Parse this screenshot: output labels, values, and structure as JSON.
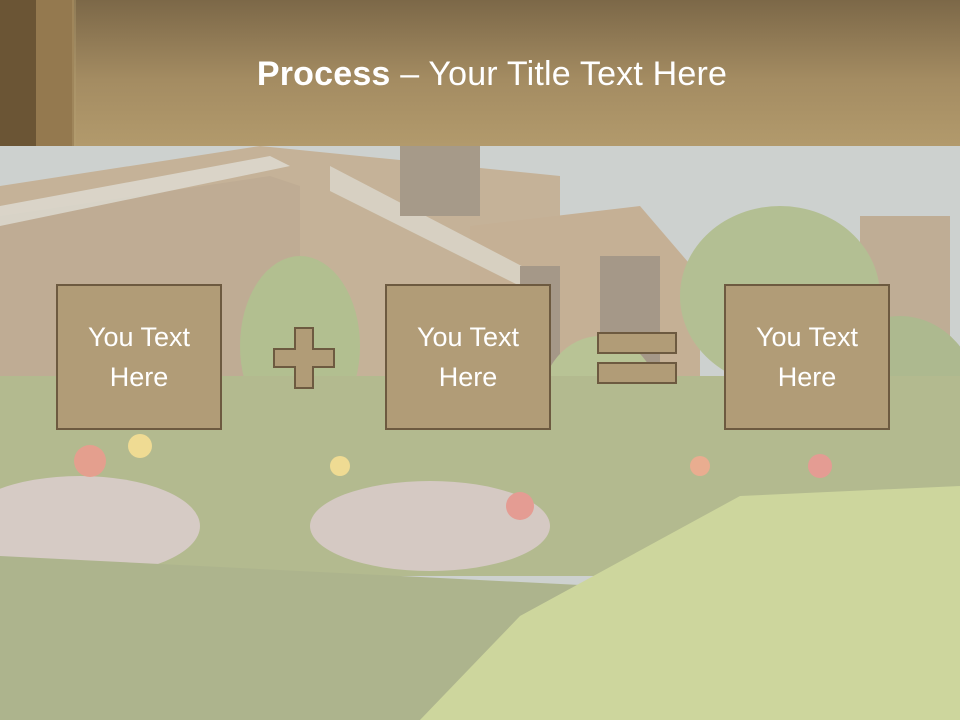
{
  "slide": {
    "title_bold": "Process",
    "title_rest": " – Your Title Text Here"
  },
  "process": {
    "boxes": [
      {
        "text": "You Text\nHere"
      },
      {
        "text": "You Text\nHere"
      },
      {
        "text": "You Text\nHere"
      }
    ],
    "operators": [
      "plus-icon",
      "equals-icon"
    ]
  },
  "colors": {
    "header": "#a48c62",
    "box_fill": "#b19c77",
    "box_border": "#6d5a40",
    "text": "#ffffff"
  }
}
